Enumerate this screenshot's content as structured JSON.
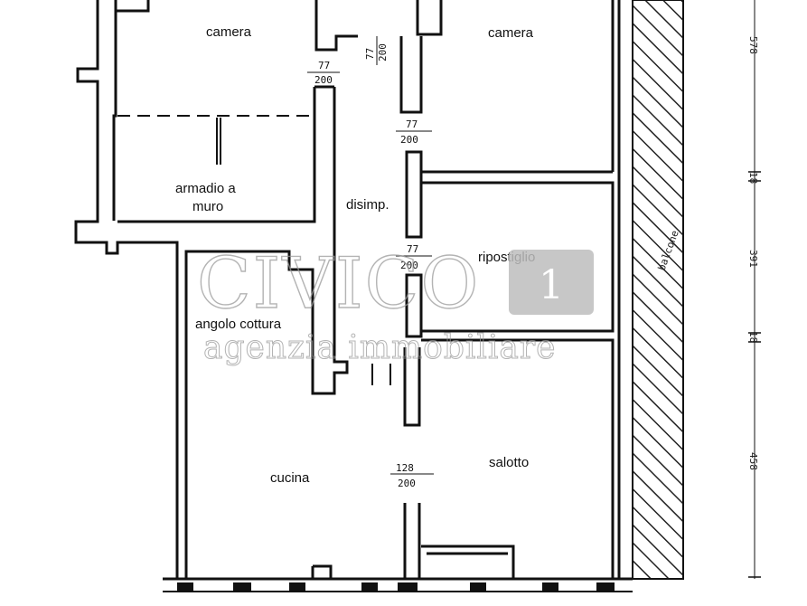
{
  "rooms": {
    "camera_left": "camera",
    "camera_right": "camera",
    "armadio_line1": "armadio a",
    "armadio_line2": "muro",
    "disimp": "disimp.",
    "ripostiglio": "ripostiglio",
    "angolo_cottura": "angolo cottura",
    "cucina": "cucina",
    "salotto": "salotto"
  },
  "doors": {
    "d1_w": "77",
    "d1_h": "200",
    "d2_w": "77",
    "d2_h": "200",
    "d3_w": "77",
    "d3_h": "200",
    "d4_w": "77",
    "d4_h": "200",
    "d5_w": "128",
    "d5_h": "200"
  },
  "dimensions": {
    "a": "578",
    "b": "18",
    "c": "391",
    "d": "18",
    "e": "458"
  },
  "balcony_label": "balcone",
  "watermark": {
    "brand": "CIVICO",
    "number": "1",
    "tagline": "agenzia immobiliare"
  },
  "colors": {
    "wall": "#111111",
    "hatch": "#222222",
    "watermark": "#9a9a9a"
  }
}
